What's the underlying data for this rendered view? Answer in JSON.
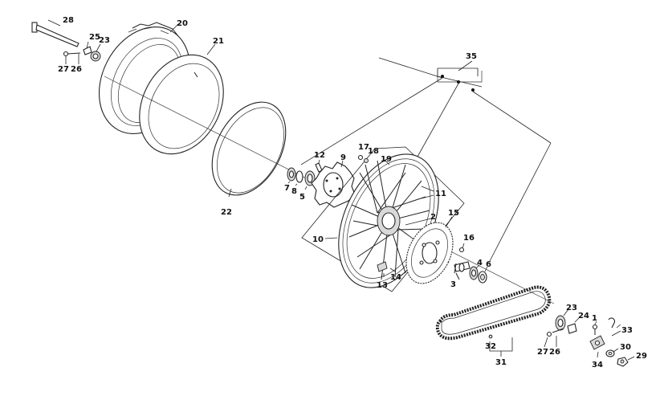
{
  "diagram": {
    "callouts": [
      {
        "id": "c1",
        "text": "1"
      },
      {
        "id": "c2",
        "text": "2"
      },
      {
        "id": "c3",
        "text": "3"
      },
      {
        "id": "c4",
        "text": "4"
      },
      {
        "id": "c5",
        "text": "5"
      },
      {
        "id": "c6",
        "text": "6"
      },
      {
        "id": "c7",
        "text": "7"
      },
      {
        "id": "c8",
        "text": "8"
      },
      {
        "id": "c9",
        "text": "9"
      },
      {
        "id": "c10",
        "text": "10"
      },
      {
        "id": "c11",
        "text": "11"
      },
      {
        "id": "c12",
        "text": "12"
      },
      {
        "id": "c13",
        "text": "13"
      },
      {
        "id": "c14",
        "text": "14"
      },
      {
        "id": "c15",
        "text": "15"
      },
      {
        "id": "c16",
        "text": "16"
      },
      {
        "id": "c17",
        "text": "17"
      },
      {
        "id": "c18",
        "text": "18"
      },
      {
        "id": "c19",
        "text": "19"
      },
      {
        "id": "c20",
        "text": "20"
      },
      {
        "id": "c21",
        "text": "21"
      },
      {
        "id": "c22",
        "text": "22"
      },
      {
        "id": "c23a",
        "text": "23"
      },
      {
        "id": "c23b",
        "text": "23"
      },
      {
        "id": "c24",
        "text": "24"
      },
      {
        "id": "c25",
        "text": "25"
      },
      {
        "id": "c26a",
        "text": "26"
      },
      {
        "id": "c26b",
        "text": "26"
      },
      {
        "id": "c27a",
        "text": "27"
      },
      {
        "id": "c27b",
        "text": "27"
      },
      {
        "id": "c28",
        "text": "28"
      },
      {
        "id": "c29",
        "text": "29"
      },
      {
        "id": "c30",
        "text": "30"
      },
      {
        "id": "c31",
        "text": "31"
      },
      {
        "id": "c32",
        "text": "32"
      },
      {
        "id": "c33",
        "text": "33"
      },
      {
        "id": "c34",
        "text": "34"
      },
      {
        "id": "c35",
        "text": "35"
      }
    ]
  }
}
